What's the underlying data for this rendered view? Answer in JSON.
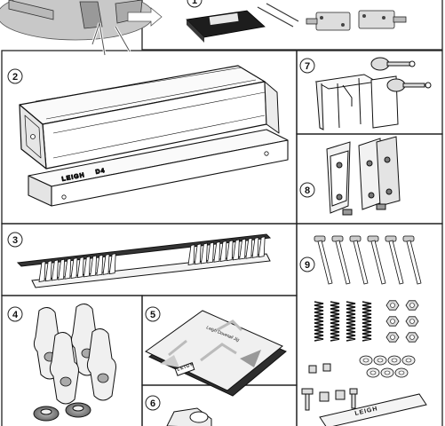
{
  "panels": [
    {
      "id": "1",
      "label": "1"
    },
    {
      "id": "2",
      "label": "2"
    },
    {
      "id": "3",
      "label": "3"
    },
    {
      "id": "4",
      "label": "4"
    },
    {
      "id": "5",
      "label": "5"
    },
    {
      "id": "6",
      "label": "6"
    },
    {
      "id": "7",
      "label": "7"
    },
    {
      "id": "8",
      "label": "8"
    },
    {
      "id": "9",
      "label": "9"
    }
  ],
  "markings": {
    "rail_brand": "LEIGH",
    "rail_model": "D4",
    "plate_brand": "LEIGH",
    "jig_brand": "LEIGH",
    "book_title": "Leigh Dovetail Jig",
    "book_brand": "LEIGH"
  }
}
